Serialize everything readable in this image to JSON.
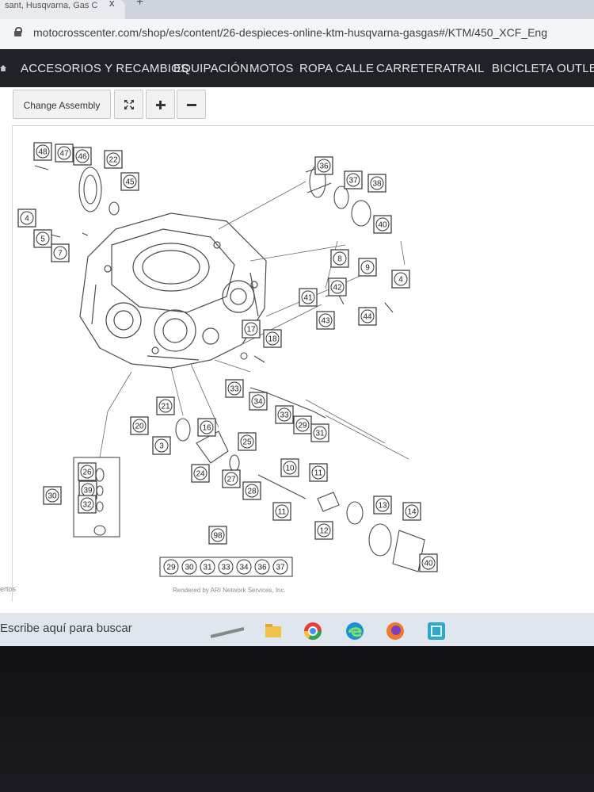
{
  "browser": {
    "tab_title": "sant, Husqvarna, Gas C",
    "tab_close": "x",
    "new_tab": "+",
    "url": "motocrosscenter.com/shop/es/content/26-despieces-online-ktm-husqvarna-gasgas#/KTM/450_XCF_Eng"
  },
  "nav": {
    "items": [
      "ACCESORIOS Y RECAMBIOS",
      "EQUIPACIÓN",
      "MOTOS",
      "ROPA CALLE",
      "CARRETERA",
      "TRAIL",
      "BICICLETA",
      "OUTLET"
    ]
  },
  "toolbar": {
    "change_assembly": "Change Assembly"
  },
  "diagram": {
    "callouts": [
      "48",
      "47",
      "46",
      "22",
      "45",
      "4",
      "5",
      "7",
      "36",
      "37",
      "38",
      "40",
      "8",
      "9",
      "4",
      "41",
      "42",
      "43",
      "44",
      "17",
      "18",
      "33",
      "34",
      "33",
      "29",
      "31",
      "21",
      "20",
      "3",
      "16",
      "25",
      "24",
      "27",
      "28",
      "10",
      "11",
      "11",
      "26",
      "30",
      "39",
      "32",
      "13",
      "14",
      "12",
      "40",
      "98"
    ],
    "summary_callouts": [
      "29",
      "30",
      "31",
      "33",
      "34",
      "36",
      "37"
    ],
    "credit": "Rendered by ARI Network Services, Inc."
  },
  "page": {
    "side_text": "ertos"
  },
  "taskbar": {
    "search_placeholder": "Escribe aquí para buscar"
  }
}
